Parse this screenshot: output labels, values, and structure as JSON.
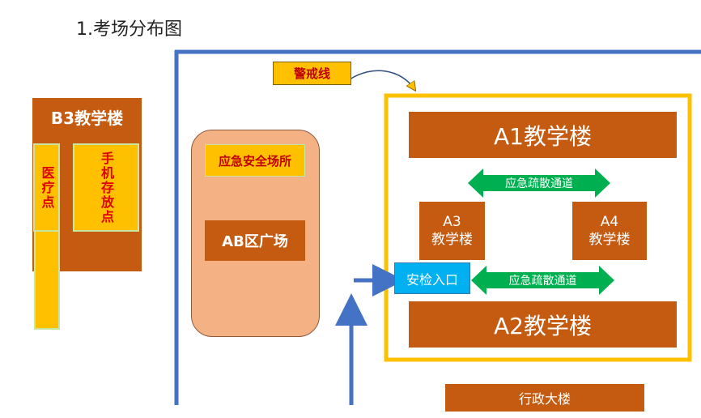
{
  "title": "1.考场分布图",
  "cordon_label": "警戒线",
  "b3": {
    "name": "B3教学楼",
    "medical": "医疗点",
    "phone": "手机存放点"
  },
  "plaza": {
    "safety": "应急安全场所",
    "name": "AB区广场"
  },
  "a1": "A1教学楼",
  "a2": "A2教学楼",
  "a3": {
    "line1": "A3",
    "line2": "教学楼"
  },
  "a4": {
    "line1": "A4",
    "line2": "教学楼"
  },
  "evac_top": "应急疏散通道",
  "evac_bottom": "应急疏散通道",
  "security": "安检入口",
  "admin": "行政大楼",
  "colors": {
    "brown": "#c55a11",
    "blue": "#4472c4",
    "yellow": "#ffc000",
    "green": "#00b050",
    "plaza": "#f4b183",
    "cyan": "#00b0f0"
  }
}
